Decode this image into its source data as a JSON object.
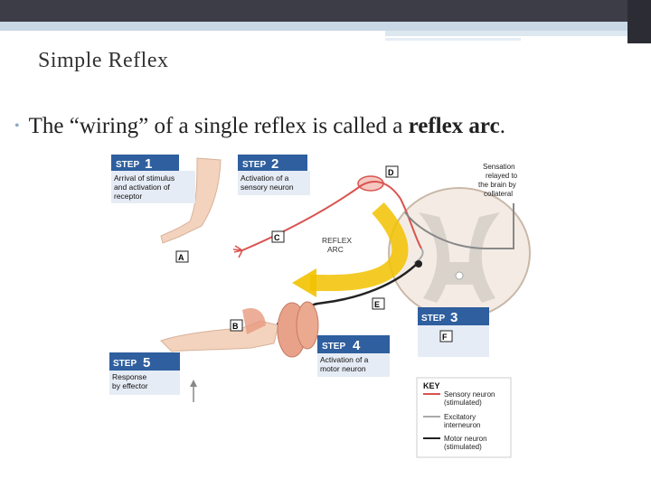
{
  "slide": {
    "title": "Simple Reflex",
    "bullet": {
      "prefix": "The “wiring” of a single reflex is called a ",
      "emphasis": "reflex arc",
      "suffix": "."
    }
  },
  "diagram": {
    "steps": [
      {
        "tag": "STEP",
        "num": "1",
        "line1": "Arrival of stimulus",
        "line2": "and activation of",
        "line3": "receptor"
      },
      {
        "tag": "STEP",
        "num": "2",
        "line1": "Activation of a",
        "line2": "sensory neuron",
        "line3": ""
      },
      {
        "tag": "STEP",
        "num": "3",
        "line1": "",
        "line2": "",
        "line3": ""
      },
      {
        "tag": "STEP",
        "num": "4",
        "line1": "Activation of a",
        "line2": "motor neuron",
        "line3": ""
      },
      {
        "tag": "STEP",
        "num": "5",
        "line1": "Response",
        "line2": "by effector",
        "line3": ""
      }
    ],
    "letters": {
      "A": "A",
      "B": "B",
      "C": "C",
      "D": "D",
      "E": "E",
      "F": "F"
    },
    "arc_label": {
      "line1": "REFLEX",
      "line2": "ARC"
    },
    "sensation": {
      "line1": "Sensation",
      "line2": "relayed to",
      "line3": "the brain by",
      "line4": "collateral"
    },
    "key": {
      "title": "KEY",
      "items": [
        {
          "line1": "Sensory neuron",
          "line2": "(stimulated)",
          "color": "#d9534f"
        },
        {
          "line1": "Excitatory",
          "line2": "interneuron",
          "color": "#aaaaaa"
        },
        {
          "line1": "Motor neuron",
          "line2": "(stimulated)",
          "color": "#222222"
        }
      ]
    },
    "colors": {
      "step_box": "#2f5f9e",
      "sensory": "#d9534f",
      "motor": "#222222",
      "arc": "#f2c200",
      "skin": "#f3d3bd"
    }
  }
}
